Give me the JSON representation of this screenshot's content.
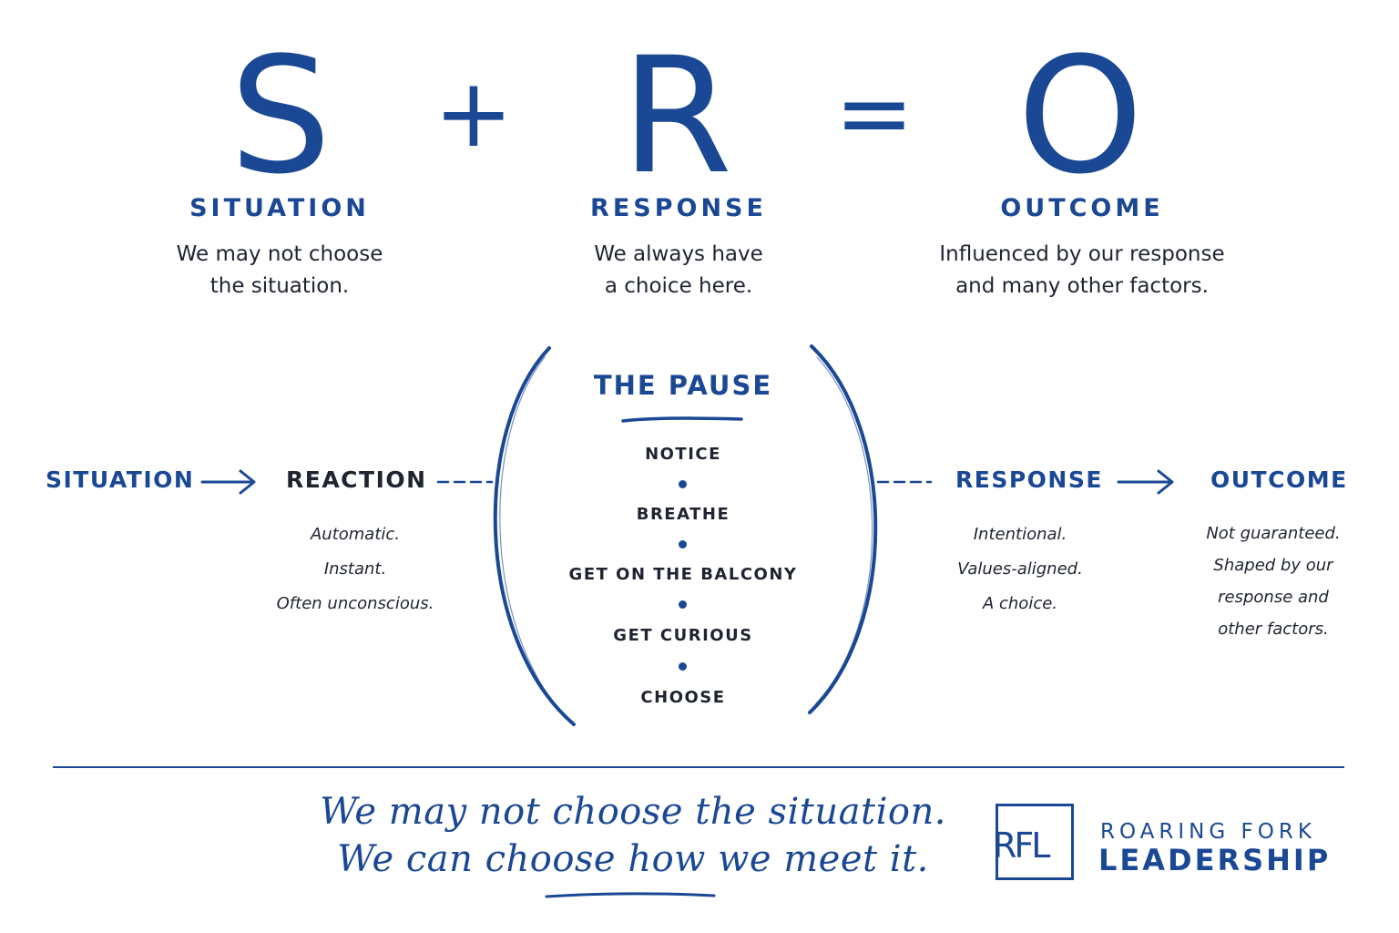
{
  "equation": {
    "s_letter": "S",
    "plus": "+",
    "r_letter": "R",
    "equals": "=",
    "o_letter": "O",
    "columns": [
      {
        "heading": "SITUATION",
        "line1": "We may not choose",
        "line2": "the situation."
      },
      {
        "heading": "RESPONSE",
        "line1": "We always have",
        "line2": "a choice here."
      },
      {
        "heading": "OUTCOME",
        "line1": "Influenced by our response",
        "line2": "and many other factors."
      }
    ]
  },
  "flow": {
    "situation": "SITUATION",
    "reaction": {
      "label": "REACTION",
      "lines": [
        "Automatic.",
        "Instant.",
        "Often unconscious."
      ]
    },
    "response": {
      "label": "RESPONSE",
      "lines": [
        "Intentional.",
        "Values-aligned.",
        "A choice."
      ]
    },
    "outcome": {
      "label": "OUTCOME",
      "lines": [
        "Not guaranteed.",
        "Shaped by our",
        "response and",
        "other factors."
      ]
    }
  },
  "pause": {
    "title": "THE PAUSE",
    "steps": [
      "NOTICE",
      "BREATHE",
      "GET ON THE BALCONY",
      "GET CURIOUS",
      "CHOOSE"
    ]
  },
  "footer": {
    "quote_line1": "We may not choose the situation.",
    "quote_line2": "We can choose how we meet it.",
    "logo_mark": "RFL",
    "brand_line1": "ROARING FORK",
    "brand_line2": "LEADERSHIP"
  },
  "colors": {
    "primary_blue": "#1a4894",
    "text_dark": "#1f2430",
    "background": "#ffffff"
  }
}
